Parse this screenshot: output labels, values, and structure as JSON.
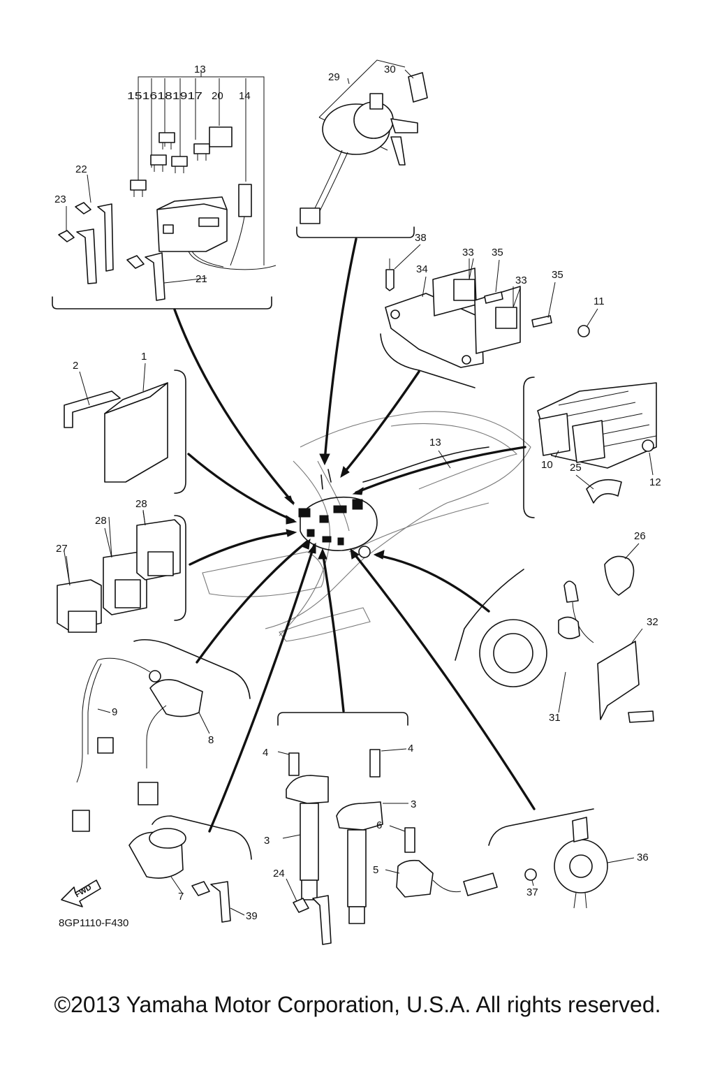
{
  "diagram_code": "8GP1110-F430",
  "fwd_label": "FWD",
  "copyright": "©2013 Yamaha Motor Corporation, U.S.A. All rights reserved.",
  "callouts": {
    "c1": "1",
    "c2": "2",
    "c3a": "3",
    "c3b": "3",
    "c4a": "4",
    "c4b": "4",
    "c5": "5",
    "c6": "6",
    "c7": "7",
    "c8": "8",
    "c9": "9",
    "c10": "10",
    "c11": "11",
    "c12": "12",
    "c13a": "13",
    "c13b": "13",
    "c14": "14",
    "c1516": "1516181917",
    "c20": "20",
    "c21": "21",
    "c22": "22",
    "c23": "23",
    "c24": "24",
    "c25": "25",
    "c26": "26",
    "c27": "27",
    "c28a": "28",
    "c28b": "28",
    "c29": "29",
    "c30": "30",
    "c31": "31",
    "c32": "32",
    "c33a": "33",
    "c33b": "33",
    "c34": "34",
    "c35a": "35",
    "c35b": "35",
    "c36": "36",
    "c37": "37",
    "c38": "38",
    "c39": "39"
  }
}
